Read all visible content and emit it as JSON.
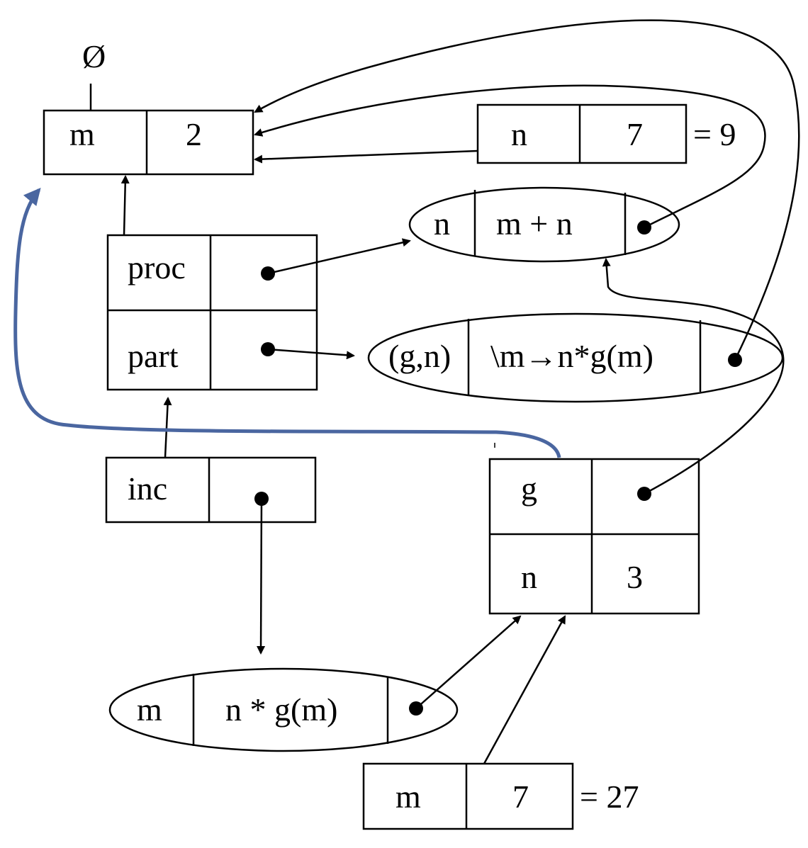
{
  "null_env": "Ø",
  "frame_global": {
    "var": "m",
    "val": "2"
  },
  "frame_call_n": {
    "var": "n",
    "val": "7",
    "result": "= 9"
  },
  "closure_add": {
    "param": "n",
    "body": "m + n"
  },
  "frame_defs": {
    "row1_var": "proc",
    "row2_var": "part"
  },
  "closure_part": {
    "params": "(g,n)",
    "body": "\\m→n*g(m)"
  },
  "frame_inc": {
    "var": "inc"
  },
  "frame_g": {
    "row1_var": "g",
    "row2_var": "n",
    "row2_val": "3"
  },
  "closure_mul": {
    "param": "m",
    "body": "n * g(m)"
  },
  "frame_call_m": {
    "var": "m",
    "val": "7",
    "result": "= 27"
  },
  "colors": {
    "ink": "#000000",
    "highlight_arrow": "#4a66a0"
  }
}
